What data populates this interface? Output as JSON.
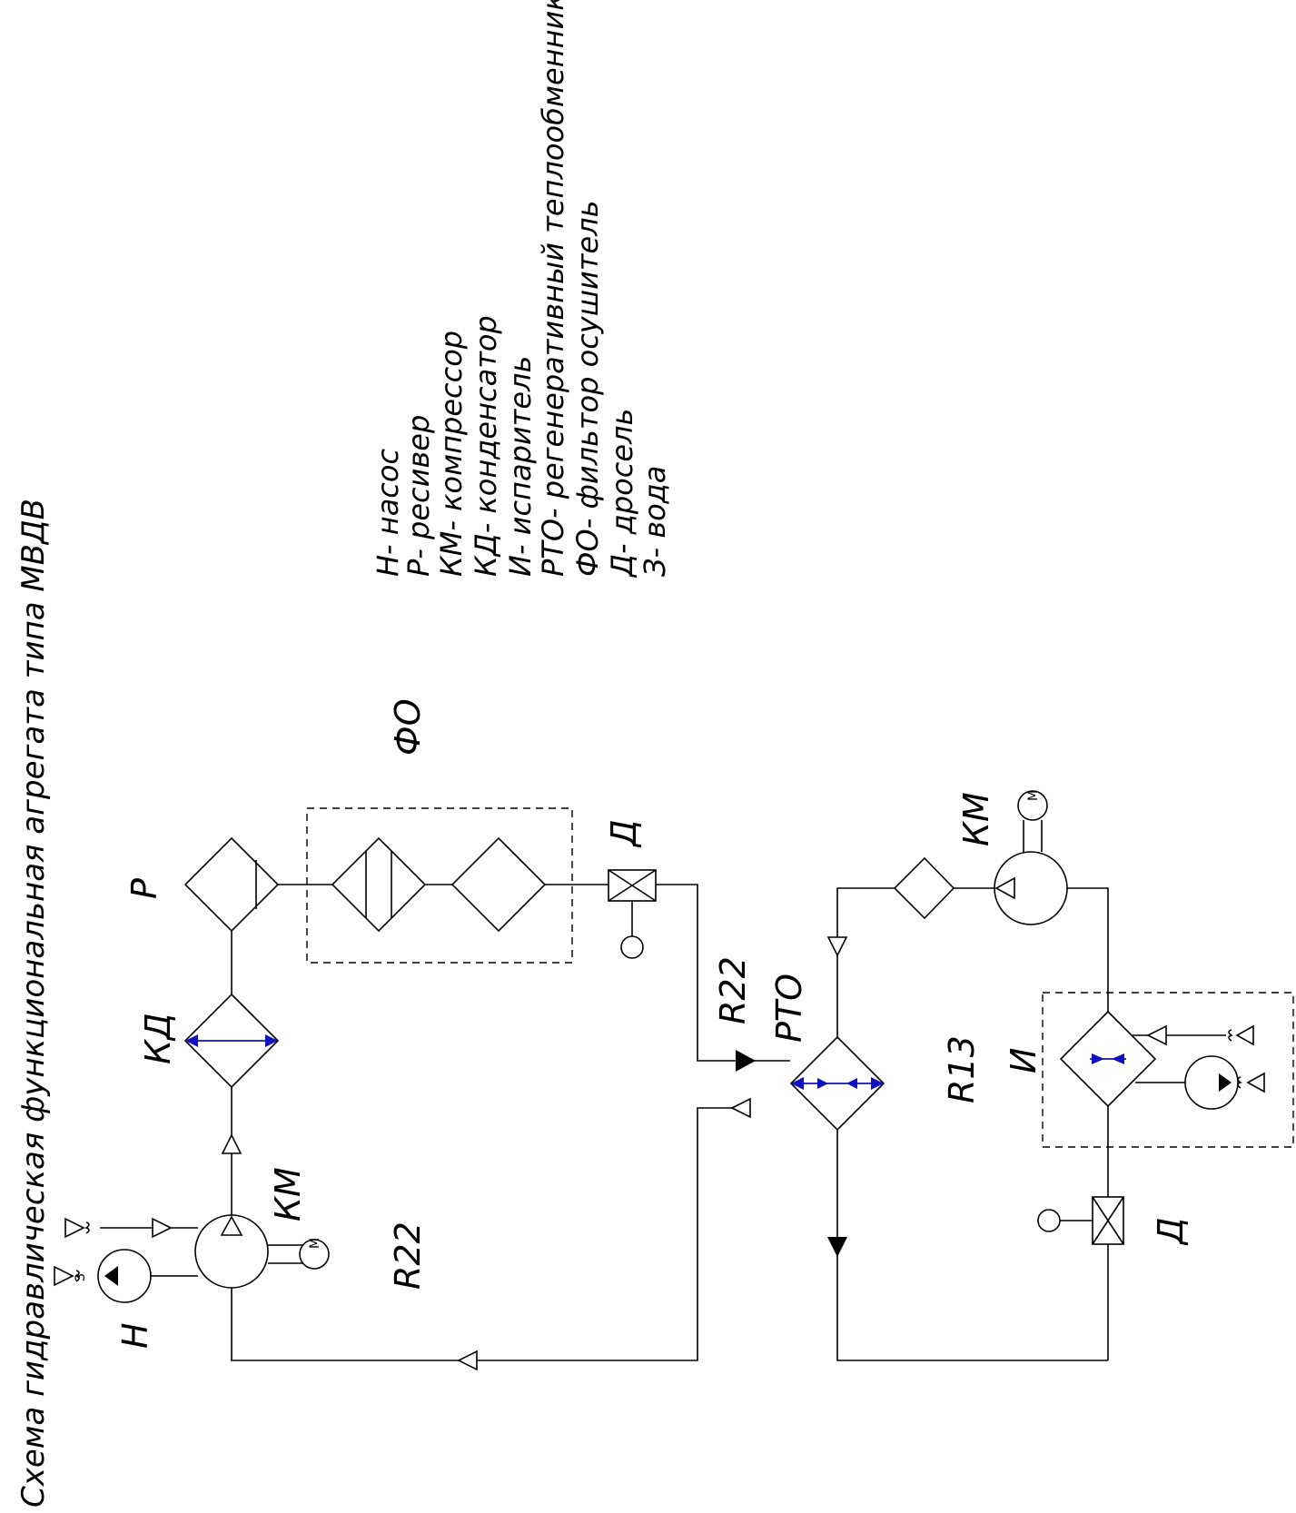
{
  "title": "Схема гидравлическая функциональная агрегата типа МВДВ",
  "legend": [
    "Н- насос",
    "Р- ресивер",
    "КМ- компрессор",
    "КД- конденсатор",
    "И- испаритель",
    "РТО- регенеративный теплообменник",
    "ФО- фильтор осушитель",
    "Д- дросель",
    "З- вода"
  ],
  "labels": {
    "pump": "Н",
    "compressor_left": "КМ",
    "refrigerant_left": "R22",
    "condenser": "КД",
    "receiver": "Р",
    "filter_dryer": "ФО",
    "throttle_top": "Д",
    "rto_refrigerant": "R22",
    "rto": "РТО",
    "compressor_right": "КМ",
    "refrigerant_right": "R13",
    "evaporator": "И",
    "throttle_bottom": "Д",
    "water": "З",
    "motor": "М"
  },
  "colors": {
    "line": "#000000",
    "arrow_blue": "#1010c0"
  }
}
